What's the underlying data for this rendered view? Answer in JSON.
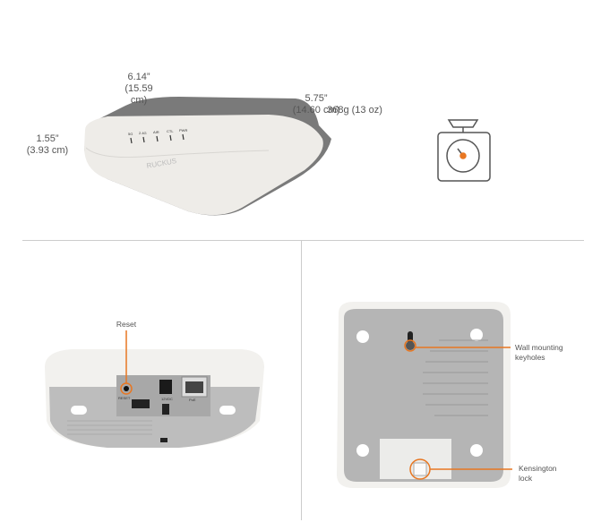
{
  "dimensions": {
    "width": {
      "in": "6.14”",
      "cm": "(15.59 cm)"
    },
    "depth": {
      "in": "5.75”",
      "cm": "(14.60 cm)"
    },
    "height": {
      "in": "1.55”",
      "cm": "(3.93 cm)"
    }
  },
  "weight": "368g  (13 oz)",
  "device": {
    "brand": "RUCKUS",
    "leds": [
      "5G",
      "2.4G",
      "AIR",
      "CTL",
      "PWR"
    ],
    "ports": [
      "RESET",
      "12VDC",
      "PoE"
    ]
  },
  "callouts": {
    "reset": "Reset",
    "wall_mount_line1": "Wall mounting",
    "wall_mount_line2": "keyholes",
    "kensington_line1": "Kensington",
    "kensington_line2": "lock"
  },
  "colors": {
    "accent": "#e87722"
  }
}
